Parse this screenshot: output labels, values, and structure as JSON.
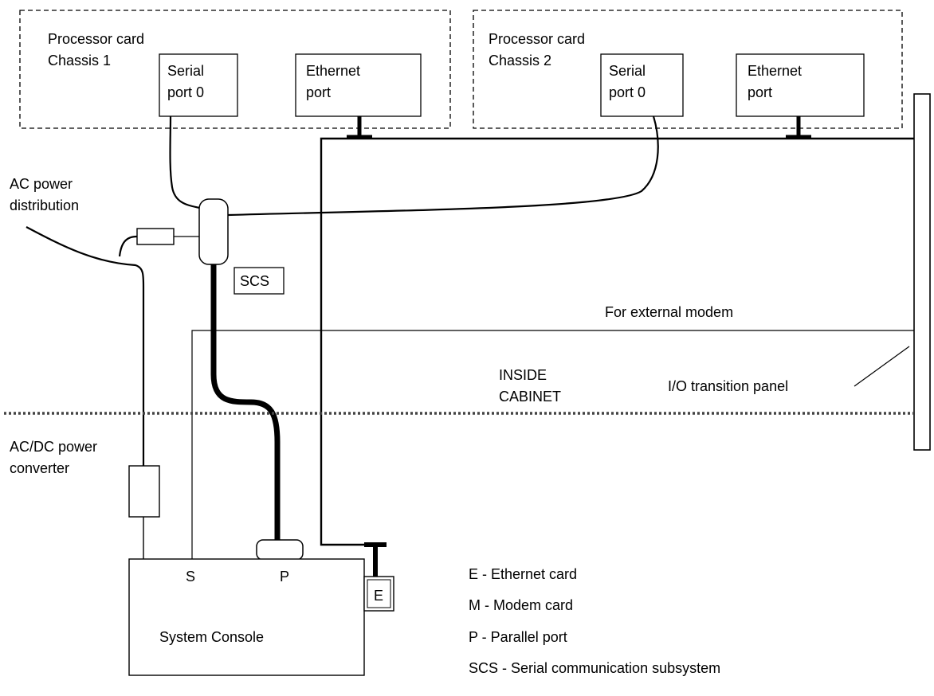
{
  "chassis1": {
    "line1": "Processor card",
    "line2": "Chassis 1",
    "serial_line1": "Serial",
    "serial_line2": "port 0",
    "ethernet_line1": "Ethernet",
    "ethernet_line2": "port"
  },
  "chassis2": {
    "line1": "Processor card",
    "line2": "Chassis 2",
    "serial_line1": "Serial",
    "serial_line2": "port 0",
    "ethernet_line1": "Ethernet",
    "ethernet_line2": "port"
  },
  "labels": {
    "ac_power_line1": "AC power",
    "ac_power_line2": "distribution",
    "scs": "SCS",
    "external_modem": "For external modem",
    "inside_line1": "INSIDE",
    "inside_line2": "CABINET",
    "io_panel": "I/O transition panel",
    "acdc_line1": "AC/DC power",
    "acdc_line2": "converter",
    "port_s": "S",
    "port_p": "P",
    "ethernet_card": "E",
    "system_console": "System Console"
  },
  "legend": [
    "E - Ethernet card",
    "M - Modem card",
    "P - Parallel port",
    "SCS - Serial communication subsystem"
  ]
}
